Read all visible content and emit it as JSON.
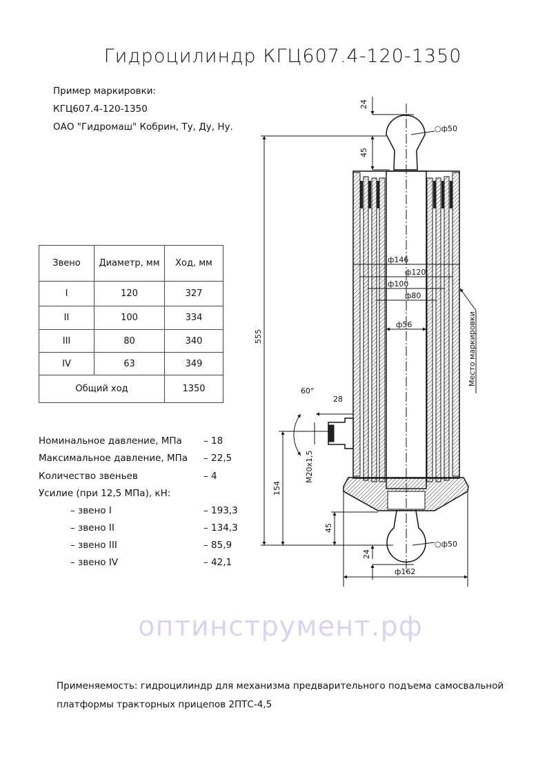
{
  "title": "Гидроцилиндр КГЦ607.4-120-1350",
  "marking": {
    "heading": "Пример маркировки:",
    "code": "КГЦ607.4-120-1350",
    "maker": "ОАО \"Гидромаш\" Кобрин, Ту, Ду, Ну."
  },
  "table": {
    "headers": [
      "Звено",
      "Диаметр, мм",
      "Ход, мм"
    ],
    "rows": [
      {
        "link": "I",
        "diameter": "120",
        "stroke": "327"
      },
      {
        "link": "II",
        "diameter": "100",
        "stroke": "334"
      },
      {
        "link": "III",
        "diameter": "80",
        "stroke": "340"
      },
      {
        "link": "IV",
        "diameter": "63",
        "stroke": "349"
      }
    ],
    "total_label": "Общий ход",
    "total_value": "1350"
  },
  "specs": [
    {
      "label": "Номинальное давление, МПа",
      "value": "– 18"
    },
    {
      "label": "Максимальное давление, МПа",
      "value": "– 22,5"
    },
    {
      "label": "Количество звеньев",
      "value": "– 4"
    },
    {
      "label": "Усилие (при 12,5 МПа), кН:",
      "value": ""
    },
    {
      "label": "– звено I",
      "value": "– 193,3"
    },
    {
      "label": "– звено II",
      "value": "– 134,3"
    },
    {
      "label": "– звено III",
      "value": "– 85,9"
    },
    {
      "label": "– звено IV",
      "value": "– 42,1"
    }
  ],
  "drawing": {
    "dims": {
      "top_24": "24",
      "top_45": "45",
      "ball_top": "○ф50",
      "d146": "ф146",
      "d120": "ф120",
      "d100": "ф100",
      "d80": "ф80",
      "d56": "ф56",
      "overall": "555",
      "port_height": "154",
      "bottom_45": "45",
      "bottom_24": "24",
      "ball_bottom": "○ф50",
      "d162": "ф162",
      "angle": "60°",
      "port_len": "28",
      "thread": "М20х1,5"
    },
    "marking_place": "Место маркировки"
  },
  "applicability": {
    "line1": "Применяемость: гидроцилиндр для механизма предварительного подъема самосвальной",
    "line2": "платформы тракторных прицепов 2ПТС-4,5"
  },
  "watermark": "оптинструмент.рф"
}
